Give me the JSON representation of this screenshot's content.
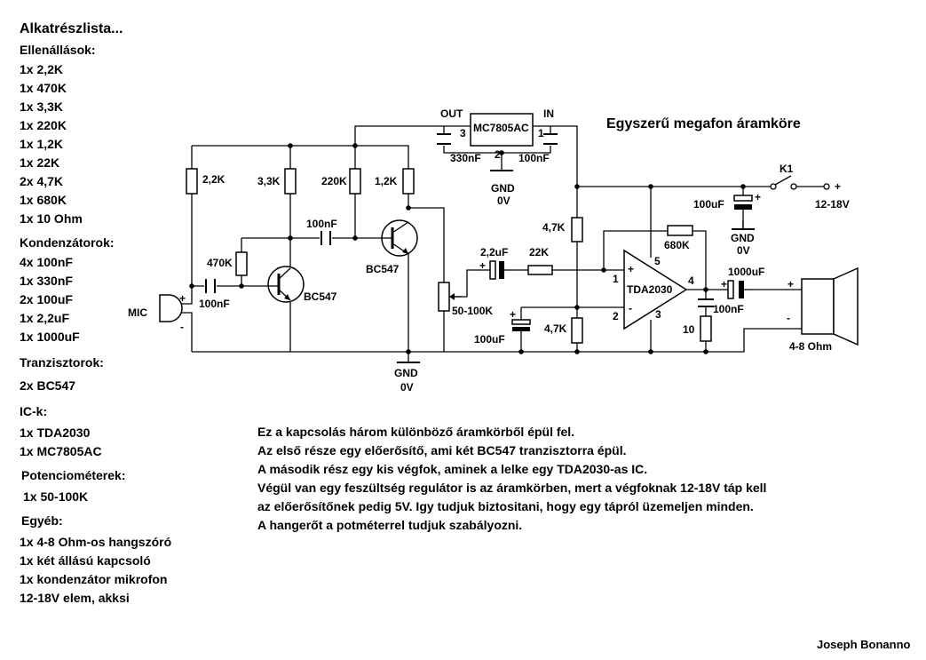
{
  "partlist": {
    "title": "Alkatrészlista...",
    "sections": [
      {
        "heading": "Ellenállások:",
        "items": [
          "1x 2,2K",
          "1x 470K",
          "1x 3,3K",
          "1x 220K",
          "1x 1,2K",
          "1x 22K",
          "2x 4,7K",
          "1x 680K",
          "1x 10 Ohm"
        ]
      },
      {
        "heading": "Kondenzátorok:",
        "items": [
          "4x 100nF",
          "1x 330nF",
          "2x 100uF",
          "1x 2,2uF",
          "1x 1000uF"
        ]
      },
      {
        "heading": "Tranzisztorok:",
        "items": [
          "2x BC547"
        ]
      },
      {
        "heading": "IC-k:",
        "items": [
          "1x TDA2030",
          "1x MC7805AC"
        ]
      },
      {
        "heading": "Potenciométerek:",
        "items": [
          "1x 50-100K"
        ]
      },
      {
        "heading": "Egyéb:",
        "items": [
          "1x 4-8 Ohm-os hangszóró",
          "1x két állású kapcsoló",
          "1x kondenzátor mikrofon",
          "12-18V elem, akksi"
        ]
      }
    ]
  },
  "diagram": {
    "title": "Egyszerű megafon áramköre",
    "labels": {
      "r1": "2,2K",
      "r2": "3,3K",
      "r3": "220K",
      "r4": "1,2K",
      "r5": "470K",
      "c_couple1": "100nF",
      "c_mic": "100nF",
      "t1": "BC547",
      "t2": "BC547",
      "mic": "MIC",
      "plus": "+",
      "minus": "-",
      "gnd": "GND",
      "zero_v": "0V",
      "reg": "MC7805AC",
      "reg_out": "OUT",
      "reg_in": "IN",
      "pin3": "3",
      "pin1": "1",
      "pin2": "2",
      "c330": "330nF",
      "c100n_reg": "100nF",
      "pot": "50-100K",
      "c22u": "2,2uF",
      "r22k": "22K",
      "r47a": "4,7K",
      "r47b": "4,7K",
      "c100u_bias": "100uF",
      "amp": "TDA2030",
      "amp_pin1": "1",
      "amp_pin2": "2",
      "amp_pin3": "3",
      "amp_pin4": "4",
      "amp_pin5": "5",
      "r680": "680K",
      "c100n_out": "100nF",
      "r10": "10",
      "c1000": "1000uF",
      "spk": "4-8 Ohm",
      "k1": "K1",
      "supply": "12-18V",
      "c100u_sup": "100uF"
    }
  },
  "description": [
    "Ez a kapcsolás három különböző áramkörből épül fel.",
    "Az első része egy előerősítő, ami két BC547 tranzisztorra épül.",
    "A második rész egy kis végfok, aminek a lelke egy TDA2030-as IC.",
    "Végül van egy feszültség regulátor is az áramkörben, mert a végfoknak 12-18V táp kell",
    "az előerősítőnek pedig 5V. Igy tudjuk biztositani, hogy egy tápról üzemeljen minden.",
    "A hangerőt a potméterrel tudjuk szabályozni."
  ],
  "author": "Joseph Bonanno"
}
